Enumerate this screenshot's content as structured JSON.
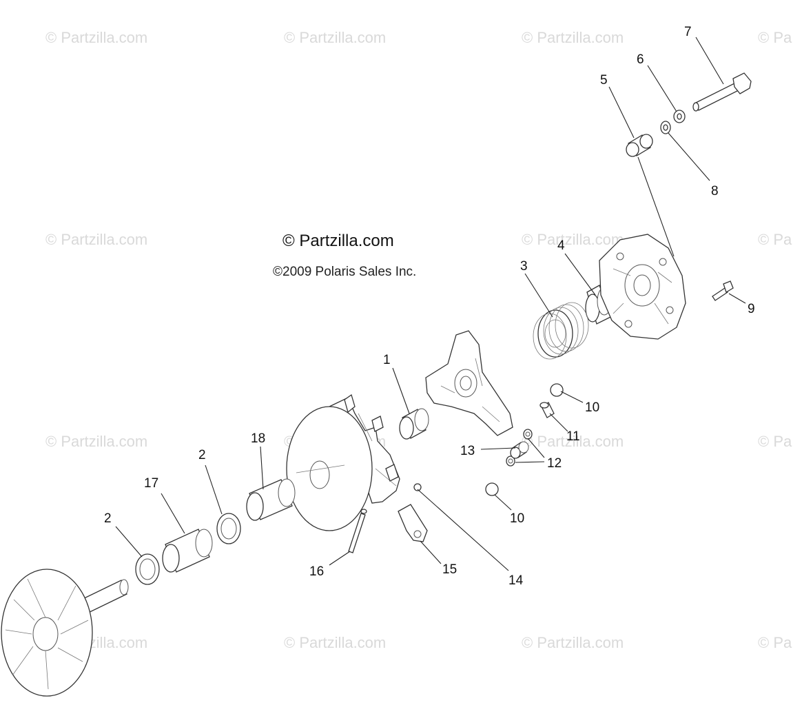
{
  "watermark": "© Partzilla.com",
  "watermark_partial": "© Pa",
  "copyright": {
    "site": "© Partzilla.com",
    "publisher": "©2009 Polaris Sales Inc."
  },
  "callouts": {
    "c1": "1",
    "c2a": "2",
    "c2b": "2",
    "c3": "3",
    "c4": "4",
    "c5": "5",
    "c6": "6",
    "c7": "7",
    "c8": "8",
    "c9": "9",
    "c10a": "10",
    "c10b": "10",
    "c11": "11",
    "c12": "12",
    "c13": "13",
    "c14": "14",
    "c15": "15",
    "c16": "16",
    "c17": "17",
    "c18": "18"
  }
}
